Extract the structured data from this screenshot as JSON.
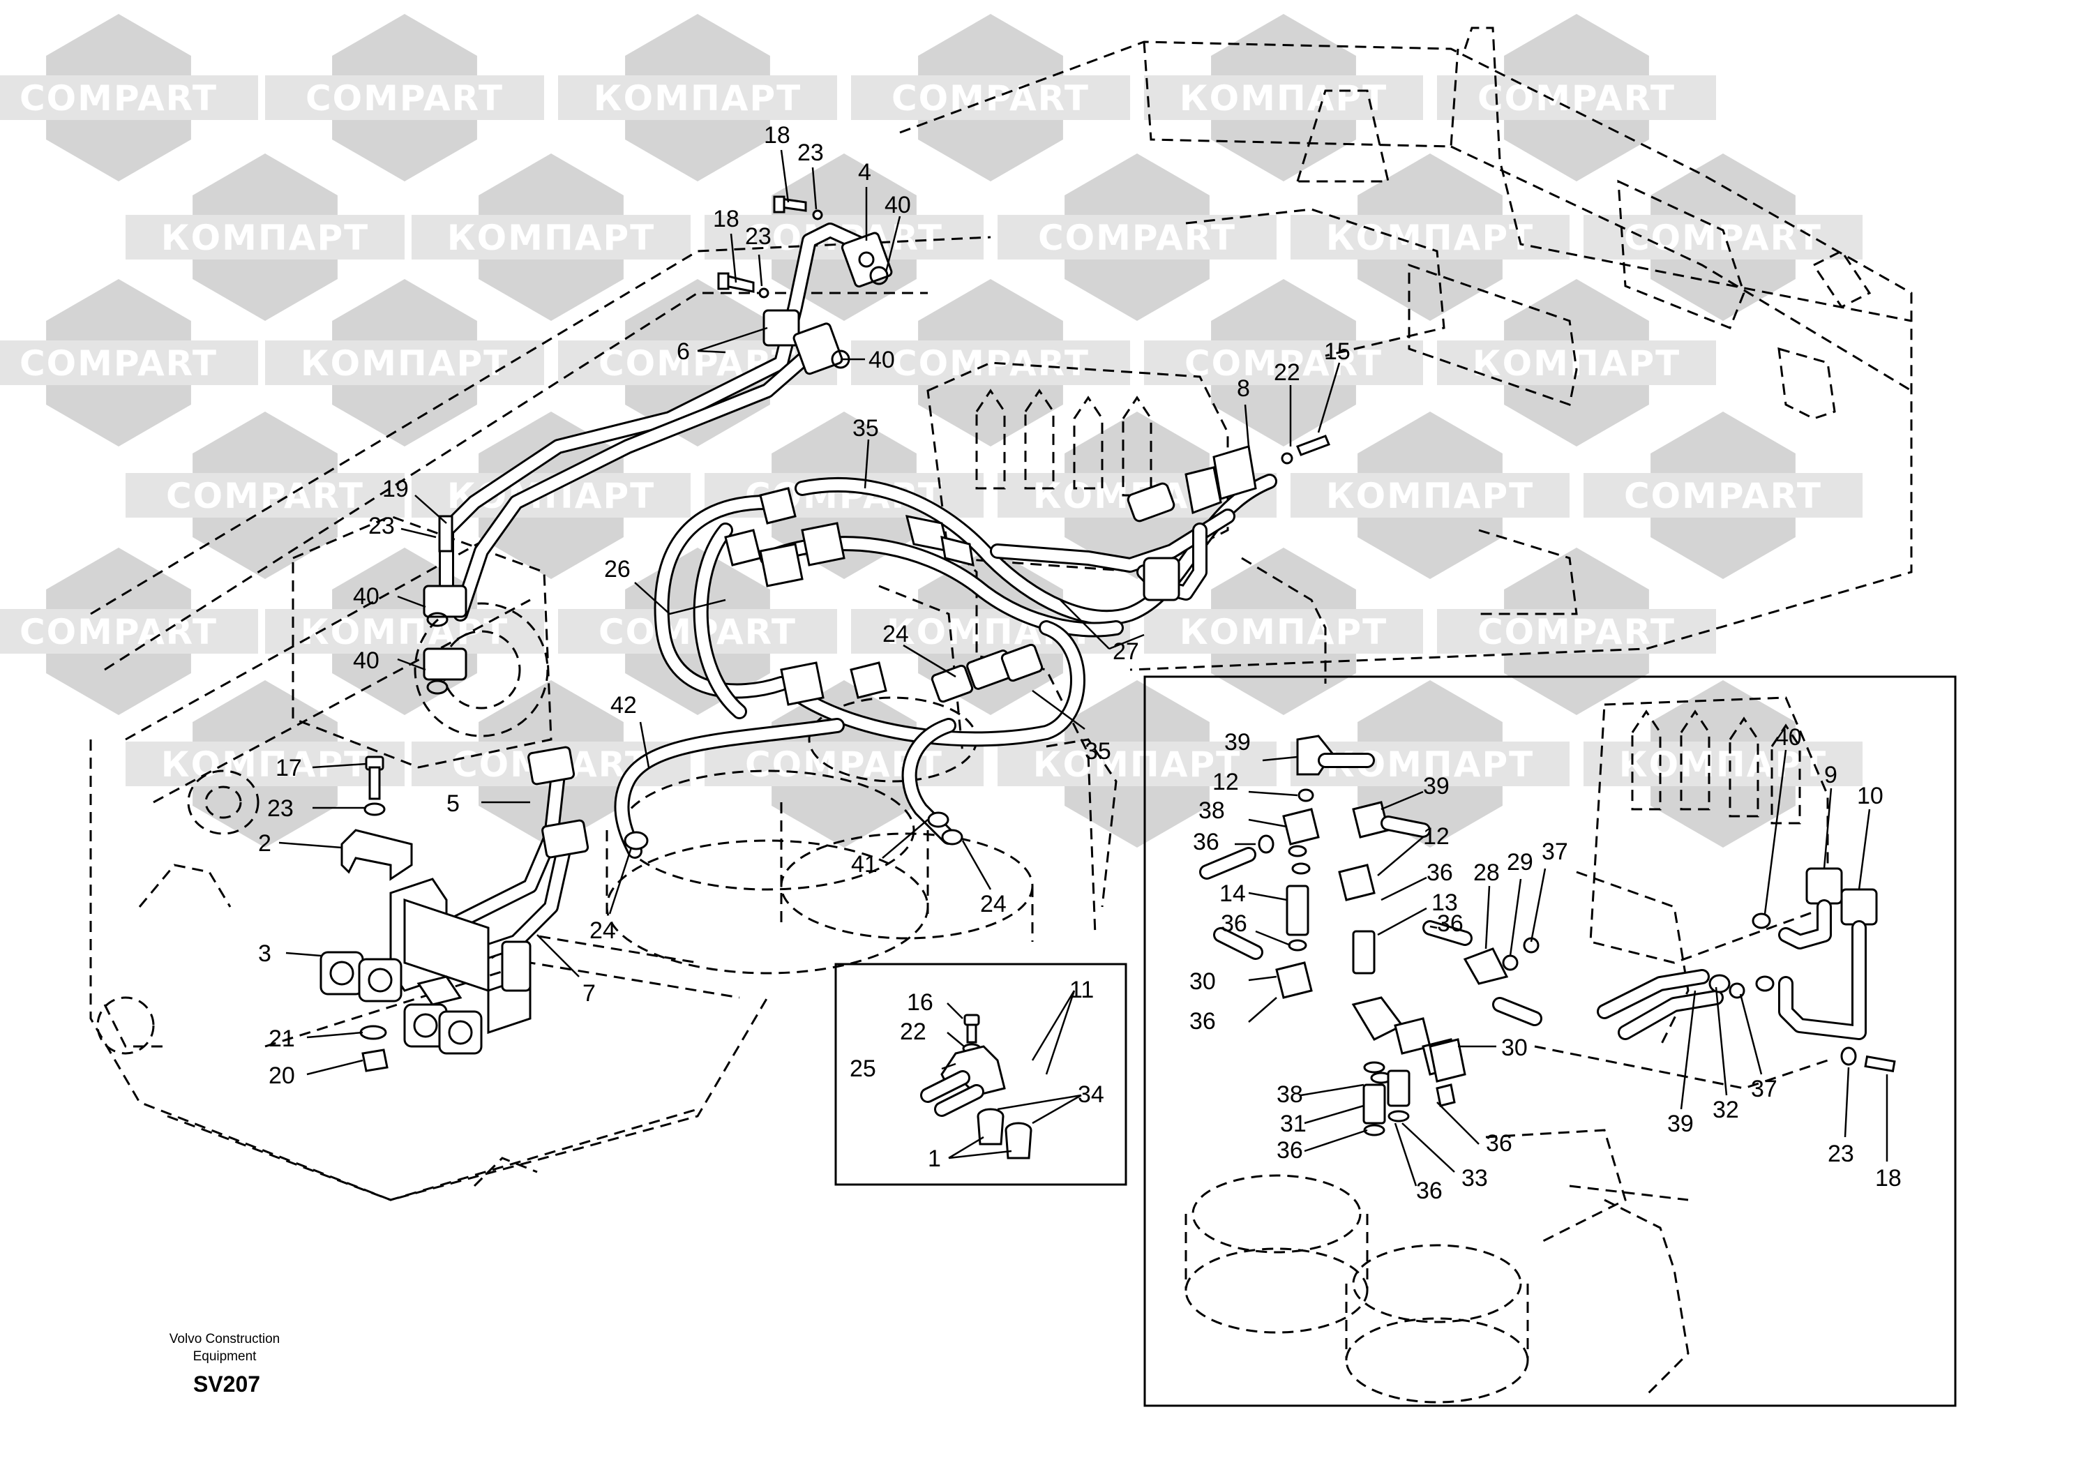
{
  "watermark": {
    "brand_cyrillic": "КОМПАРТ",
    "brand_latin": "COMPART",
    "color": "#d4d4d4",
    "tiles": [
      {
        "text_key": "brand_latin"
      },
      {
        "text_key": "brand_latin"
      },
      {
        "text_key": "brand_cyrillic"
      },
      {
        "text_key": "brand_latin"
      },
      {
        "text_key": "brand_cyrillic"
      },
      {
        "text_key": "brand_latin"
      },
      {
        "text_key": "brand_cyrillic"
      },
      {
        "text_key": "brand_cyrillic"
      },
      {
        "text_key": "brand_latin"
      },
      {
        "text_key": "brand_latin"
      },
      {
        "text_key": "brand_cyrillic"
      },
      {
        "text_key": "brand_latin"
      },
      {
        "text_key": "brand_latin"
      },
      {
        "text_key": "brand_cyrillic"
      },
      {
        "text_key": "brand_latin"
      },
      {
        "text_key": "brand_latin"
      },
      {
        "text_key": "brand_latin"
      },
      {
        "text_key": "brand_cyrillic"
      },
      {
        "text_key": "brand_latin"
      },
      {
        "text_key": "brand_cyrillic"
      },
      {
        "text_key": "brand_latin"
      },
      {
        "text_key": "brand_cyrillic"
      },
      {
        "text_key": "brand_cyrillic"
      },
      {
        "text_key": "brand_latin"
      },
      {
        "text_key": "brand_latin"
      },
      {
        "text_key": "brand_cyrillic"
      },
      {
        "text_key": "brand_latin"
      },
      {
        "text_key": "brand_cyrillic"
      },
      {
        "text_key": "brand_cyrillic"
      },
      {
        "text_key": "brand_latin"
      },
      {
        "text_key": "brand_cyrillic"
      },
      {
        "text_key": "brand_latin"
      },
      {
        "text_key": "brand_latin"
      },
      {
        "text_key": "brand_cyrillic"
      },
      {
        "text_key": "brand_cyrillic"
      },
      {
        "text_key": "brand_cyrillic"
      }
    ]
  },
  "callouts": [
    {
      "id": "c-18-a",
      "label": "18"
    },
    {
      "id": "c-23-a",
      "label": "23"
    },
    {
      "id": "c-4",
      "label": "4"
    },
    {
      "id": "c-40-a",
      "label": "40"
    },
    {
      "id": "c-18-b",
      "label": "18"
    },
    {
      "id": "c-23-b",
      "label": "23"
    },
    {
      "id": "c-6",
      "label": "6"
    },
    {
      "id": "c-40-b",
      "label": "40"
    },
    {
      "id": "c-19",
      "label": "19"
    },
    {
      "id": "c-23-c",
      "label": "23"
    },
    {
      "id": "c-40-c",
      "label": "40"
    },
    {
      "id": "c-40-d",
      "label": "40"
    },
    {
      "id": "c-17",
      "label": "17"
    },
    {
      "id": "c-23-d",
      "label": "23"
    },
    {
      "id": "c-2",
      "label": "2"
    },
    {
      "id": "c-5",
      "label": "5"
    },
    {
      "id": "c-3",
      "label": "3"
    },
    {
      "id": "c-7",
      "label": "7"
    },
    {
      "id": "c-21",
      "label": "21"
    },
    {
      "id": "c-20",
      "label": "20"
    },
    {
      "id": "c-35-a",
      "label": "35"
    },
    {
      "id": "c-26",
      "label": "26"
    },
    {
      "id": "c-24-a",
      "label": "24"
    },
    {
      "id": "c-42",
      "label": "42"
    },
    {
      "id": "c-35-b",
      "label": "35"
    },
    {
      "id": "c-41",
      "label": "41"
    },
    {
      "id": "c-24-b",
      "label": "24"
    },
    {
      "id": "c-24-c",
      "label": "24"
    },
    {
      "id": "c-8",
      "label": "8"
    },
    {
      "id": "c-22-a",
      "label": "22"
    },
    {
      "id": "c-15",
      "label": "15"
    },
    {
      "id": "c-27",
      "label": "27"
    },
    {
      "id": "c-16",
      "label": "16"
    },
    {
      "id": "c-22-b",
      "label": "22"
    },
    {
      "id": "c-25",
      "label": "25"
    },
    {
      "id": "c-11",
      "label": "11"
    },
    {
      "id": "c-34",
      "label": "34"
    },
    {
      "id": "c-1",
      "label": "1"
    },
    {
      "id": "c-39-a",
      "label": "39"
    },
    {
      "id": "c-12-a",
      "label": "12"
    },
    {
      "id": "c-38-a",
      "label": "38"
    },
    {
      "id": "c-36-a",
      "label": "36"
    },
    {
      "id": "c-14",
      "label": "14"
    },
    {
      "id": "c-36-b",
      "label": "36"
    },
    {
      "id": "c-30-a",
      "label": "30"
    },
    {
      "id": "c-36-c",
      "label": "36"
    },
    {
      "id": "c-39-b",
      "label": "39"
    },
    {
      "id": "c-12-b",
      "label": "12"
    },
    {
      "id": "c-36-d",
      "label": "36"
    },
    {
      "id": "c-13",
      "label": "13"
    },
    {
      "id": "c-36-e",
      "label": "36"
    },
    {
      "id": "c-28",
      "label": "28"
    },
    {
      "id": "c-29",
      "label": "29"
    },
    {
      "id": "c-37-a",
      "label": "37"
    },
    {
      "id": "c-30-b",
      "label": "30"
    },
    {
      "id": "c-38-b",
      "label": "38"
    },
    {
      "id": "c-31",
      "label": "31"
    },
    {
      "id": "c-36-f",
      "label": "36"
    },
    {
      "id": "c-36-g",
      "label": "36"
    },
    {
      "id": "c-33",
      "label": "33"
    },
    {
      "id": "c-36-h",
      "label": "36"
    },
    {
      "id": "c-40-e",
      "label": "40"
    },
    {
      "id": "c-9",
      "label": "9"
    },
    {
      "id": "c-10",
      "label": "10"
    },
    {
      "id": "c-39-c",
      "label": "39"
    },
    {
      "id": "c-32",
      "label": "32"
    },
    {
      "id": "c-37-b",
      "label": "37"
    },
    {
      "id": "c-23-e",
      "label": "23"
    },
    {
      "id": "c-18-c",
      "label": "18"
    }
  ],
  "credit": {
    "line1": "Volvo Construction",
    "line2": "Equipment",
    "code": "SV207"
  }
}
